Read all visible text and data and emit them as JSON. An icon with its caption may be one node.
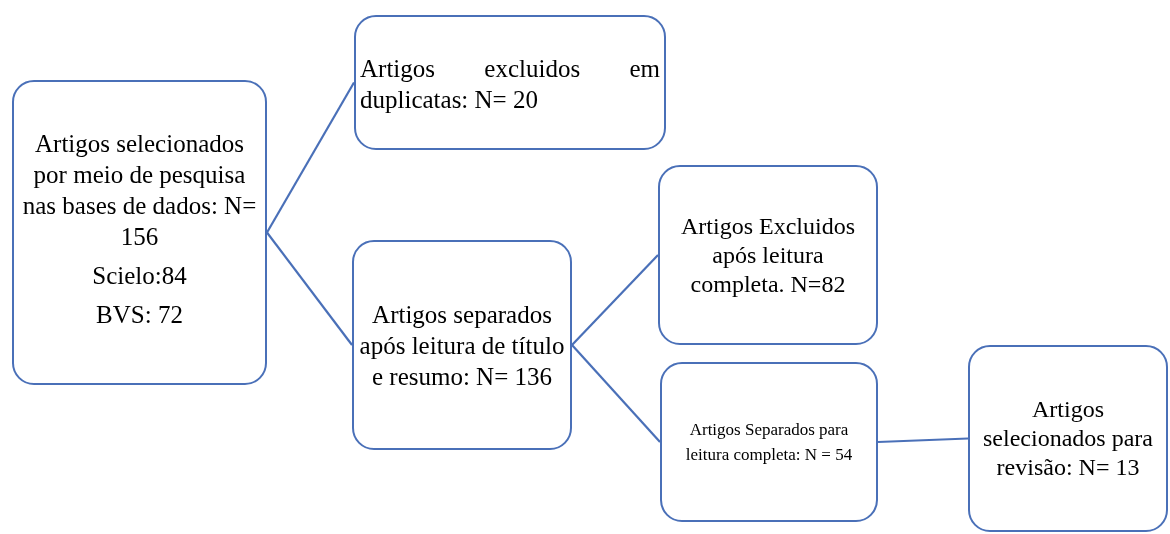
{
  "diagram": {
    "nodes": [
      {
        "text": [
          "Artigos selecionados por meio de pesquisa nas bases de dados: N= 156",
          "Scielo:84",
          "BVS: 72"
        ]
      },
      {
        "text": [
          "Artigos excluidos em duplicatas: N= 20"
        ]
      },
      {
        "text": [
          "Artigos separados após leitura de título e resumo: N= 136"
        ]
      },
      {
        "text": [
          "Artigos Excluidos após leitura completa. N=82"
        ]
      },
      {
        "text": [
          "Artigos Separados para leitura completa: N = 54"
        ]
      },
      {
        "text": [
          "Artigos selecionados para revisão: N= 13"
        ]
      }
    ],
    "edges": [
      {
        "from": 0,
        "to": 1,
        "arrow": "none"
      },
      {
        "from": 0,
        "to": 2,
        "arrow": "none"
      },
      {
        "from": 2,
        "to": 3,
        "arrow": "none"
      },
      {
        "from": 2,
        "to": 4,
        "arrow": "none"
      },
      {
        "from": 4,
        "to": 5,
        "arrow": "none"
      }
    ]
  }
}
